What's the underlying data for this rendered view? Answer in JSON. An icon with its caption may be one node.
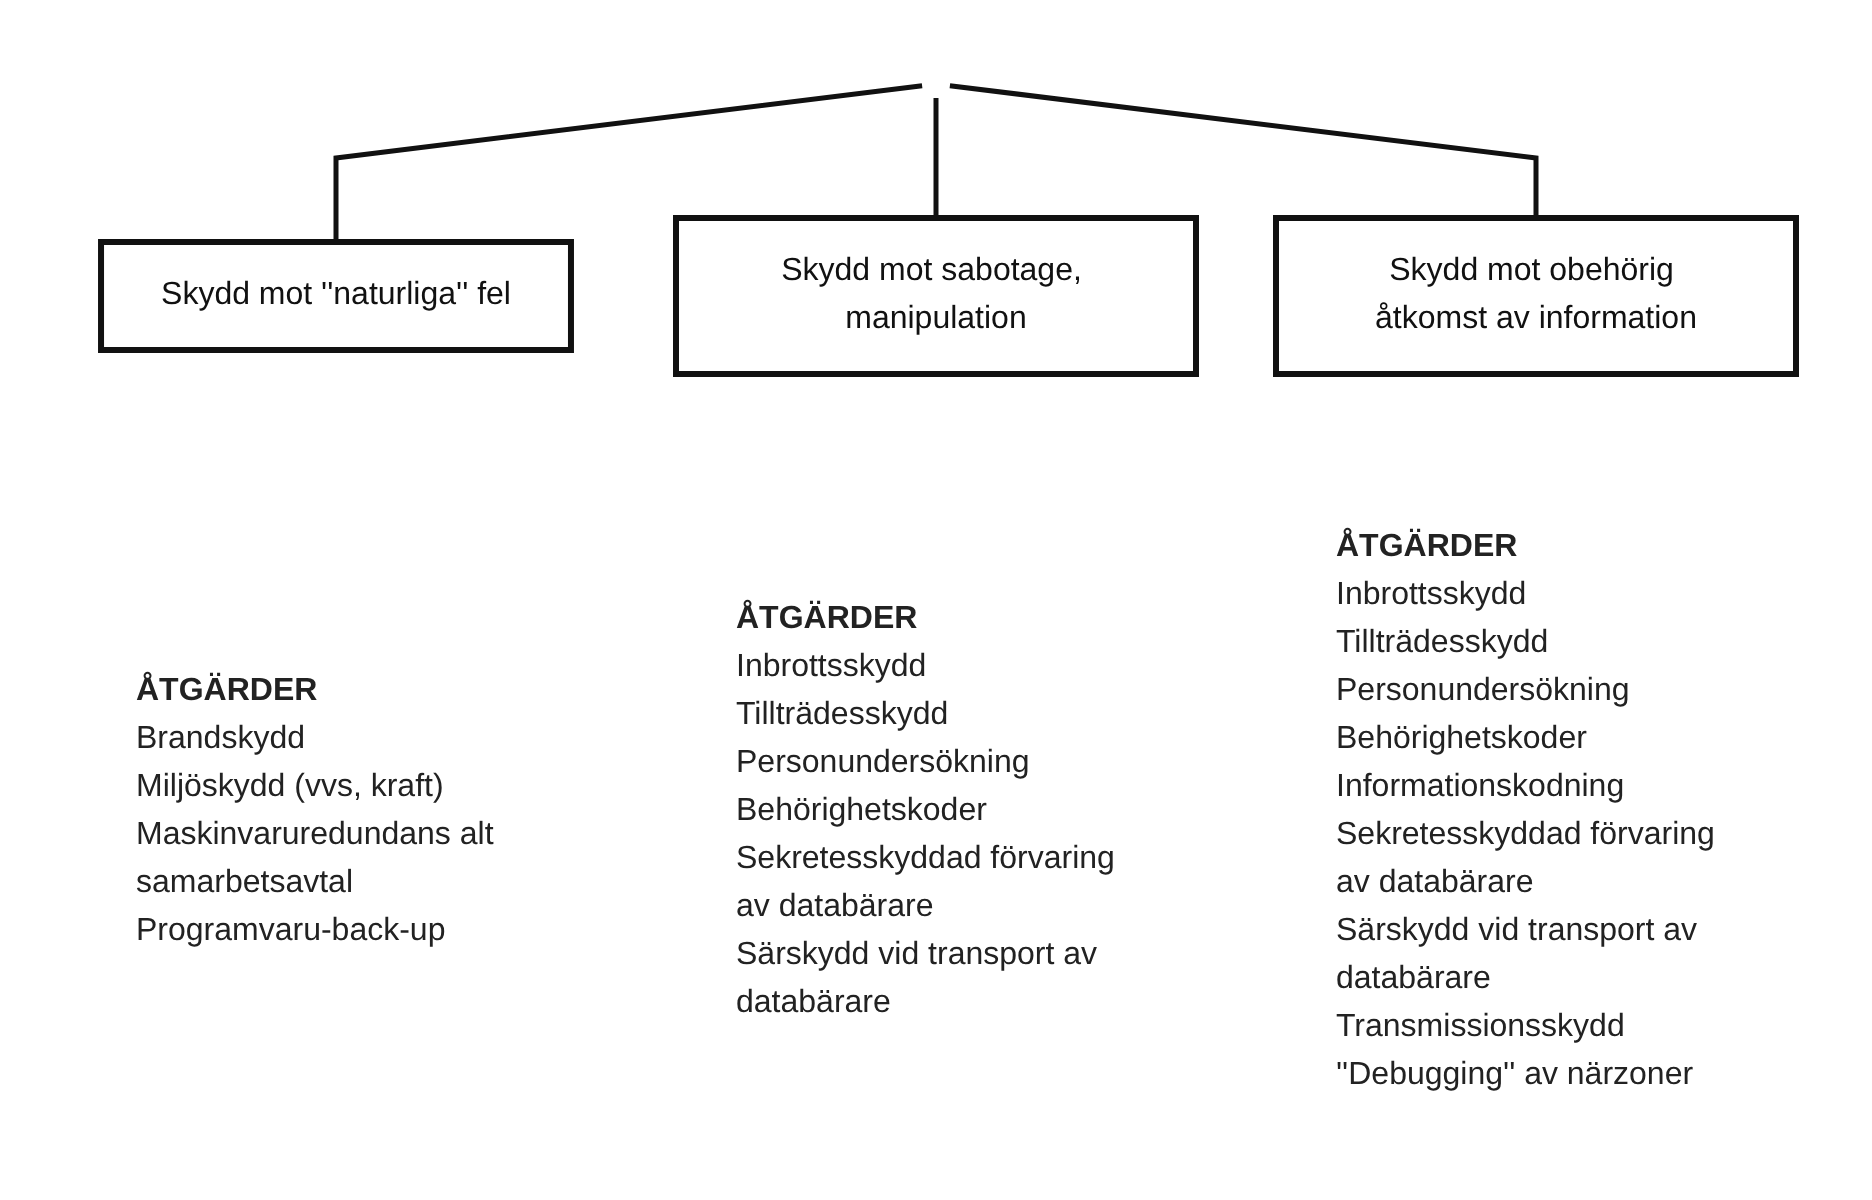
{
  "diagram": {
    "nodes": [
      {
        "text": [
          "Skydd mot ''naturliga'' fel"
        ],
        "beside": [
          "ÅTGÄRDER",
          "Brandskydd",
          "Miljöskydd (vvs, kraft)",
          "Maskinvaruredundans alt samarbetsavtal",
          "Programvaru-back-up"
        ]
      },
      {
        "text": [
          "Skydd mot sabotage, manipulation"
        ],
        "beside": [
          "ÅTGÄRDER",
          "Inbrottsskydd",
          "Tillträdesskydd",
          "Personundersökning",
          "Behörighetskoder",
          "Sekretesskyddad förvaring av databärare",
          "Särskydd vid transport av databärare"
        ]
      },
      {
        "text": [
          "Skydd mot obehörig åtkomst av information"
        ],
        "beside": [
          "ÅTGÄRDER",
          "Inbrottsskydd",
          "Tillträdesskydd",
          "Personundersökning",
          "Behörighetskoder",
          "Informationskodning",
          "Sekretesskyddad förvaring av databärare",
          "Särskydd vid transport av databärare",
          "Transmissionsskydd",
          "''Debugging'' av närzoner"
        ]
      }
    ],
    "edges": [
      {
        "from": null,
        "to": 0,
        "arrow": "none"
      },
      {
        "from": null,
        "to": 1,
        "arrow": "none"
      },
      {
        "from": null,
        "to": 2,
        "arrow": "none"
      }
    ]
  }
}
